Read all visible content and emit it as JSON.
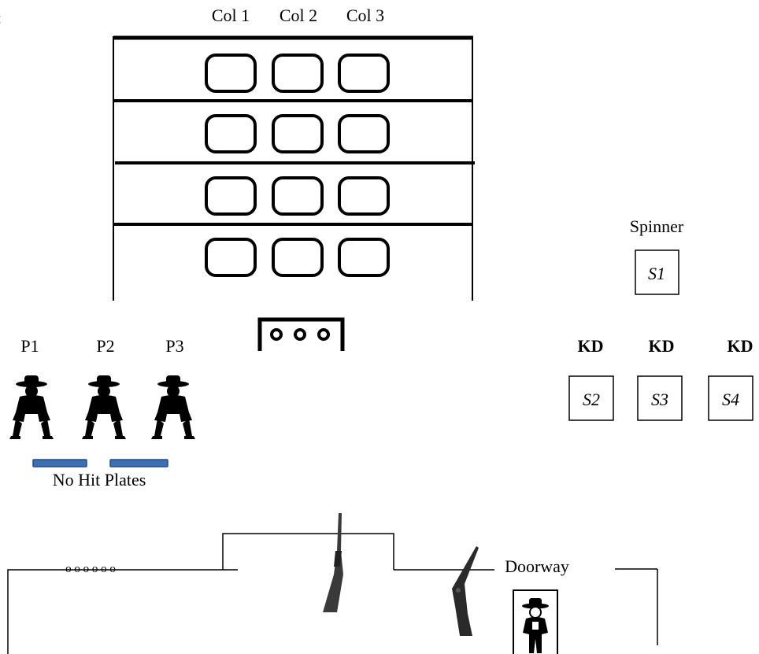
{
  "page_marker": ":",
  "columns": [
    "Col 1",
    "Col 2",
    "Col 3"
  ],
  "rack": {
    "rows": 4,
    "cols": 3
  },
  "small_box_dots": 3,
  "spinner": {
    "label": "Spinner",
    "id": "S1"
  },
  "kd_targets": [
    {
      "label": "KD",
      "id": "S2"
    },
    {
      "label": "KD",
      "id": "S3"
    },
    {
      "label": "KD",
      "id": "S4"
    }
  ],
  "pistol_targets": [
    "P1",
    "P2",
    "P3"
  ],
  "no_hit_label": "No Hit Plates",
  "table_marker": "o o o o o o",
  "doorway_label": "Doorway",
  "icons": {
    "gunman": "silhouette-icon",
    "rifle": "rifle-icon",
    "shotgun": "shotgun-icon",
    "cowboy": "cowboy-icon"
  },
  "colors": {
    "stroke": "#000000",
    "plate": "#3f6fb0",
    "plate_edge": "#1f4e8c"
  }
}
